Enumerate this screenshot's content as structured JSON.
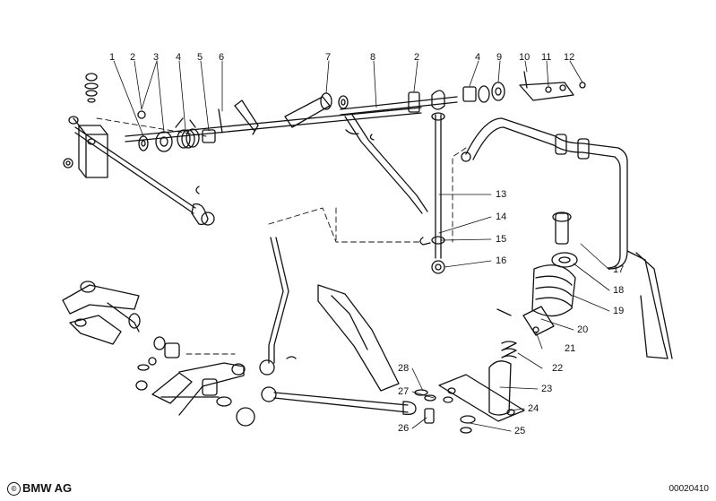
{
  "diagram": {
    "callouts": [
      "1",
      "2",
      "3",
      "4",
      "5",
      "6",
      "7",
      "8",
      "2",
      "4",
      "9",
      "10",
      "11",
      "12",
      "13",
      "14",
      "15",
      "16",
      "17",
      "18",
      "19",
      "20",
      "21",
      "22",
      "23",
      "24",
      "25",
      "26",
      "27",
      "28"
    ]
  },
  "footer": {
    "copyright_symbol": "©",
    "brand": "BMW AG",
    "diagram_code": "00020410"
  }
}
